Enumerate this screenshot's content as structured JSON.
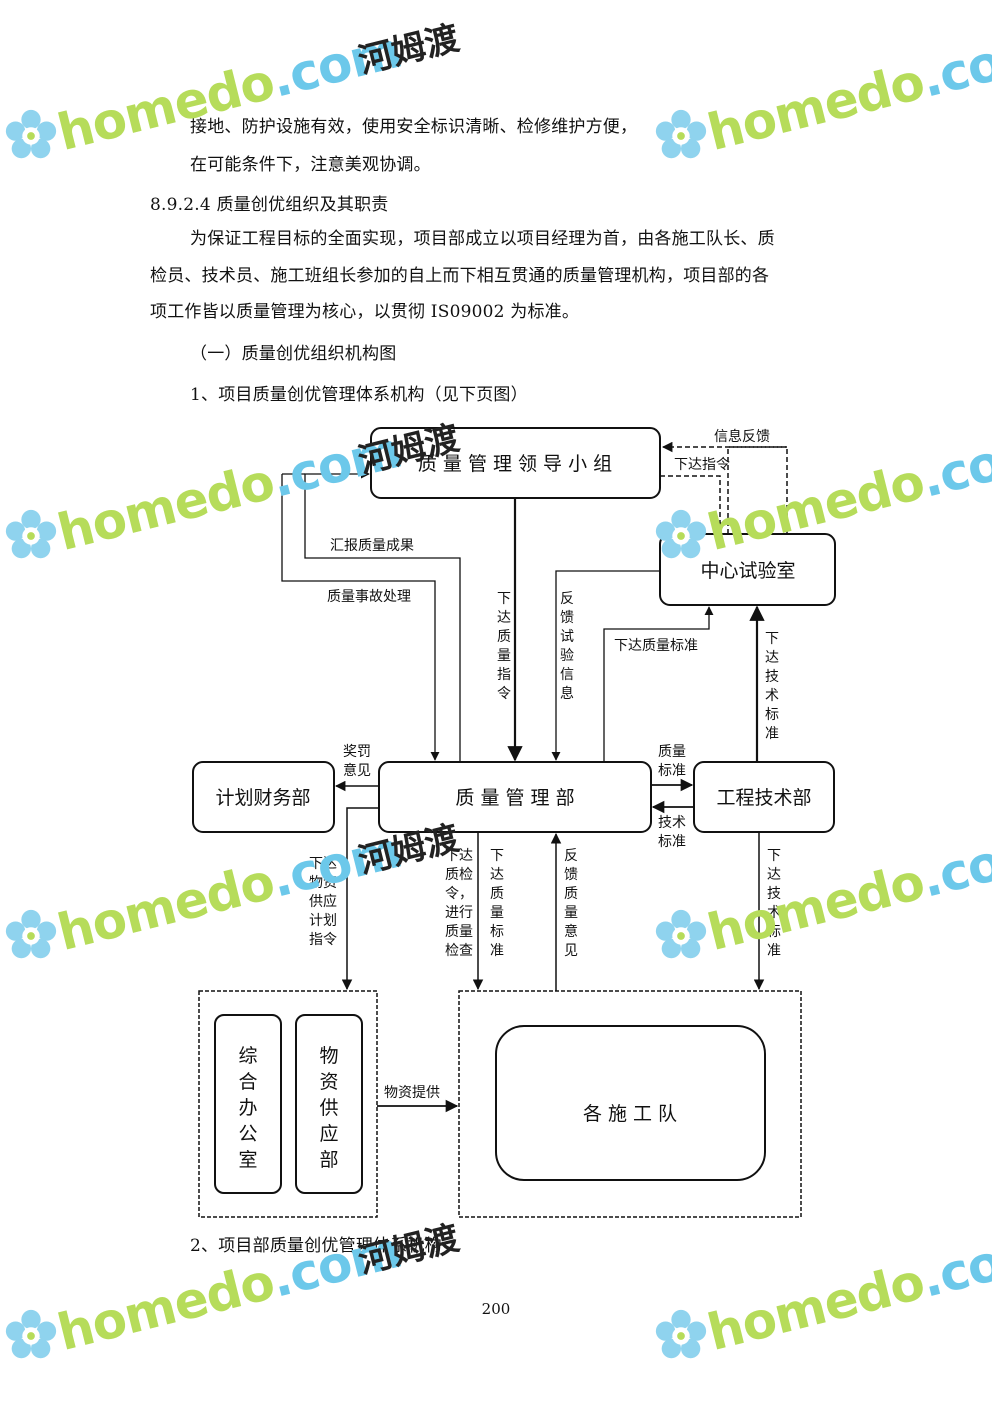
{
  "paragraphs": {
    "line1": "接地、防护设施有效，使用安全标识清晰、检修维护方便，",
    "line2": "在可能条件下，注意美观协调。",
    "section_heading": "8.9.2.4 质量创优组织及其职责",
    "body_line1": "为保证工程目标的全面实现，项目部成立以项目经理为首，由各施工队长、质",
    "body_line2": "检员、技术员、施工班组长参加的自上而下相互贯通的质量管理机构，项目部的各",
    "body_line3": "项工作皆以质量管理为核心，以贯彻 IS09002 为标准。",
    "sub_heading": "（一）质量创优组织机构图",
    "item1": "1、项目质量创优管理体系机构（见下页图）",
    "item2": "2、项目部质量创优管理体系机构"
  },
  "diagram": {
    "nodes": {
      "leadership": "质 量 管 理 领 导 小 组",
      "lab": "中心试验室",
      "quality_dept": "质   量   管   理   部",
      "finance": "计划财务部",
      "tech": "工程技术部",
      "office": "综合办公室",
      "supply": "物资供应部",
      "teams": "各   施   工   队"
    },
    "labels": {
      "info_feedback": "信息反馈",
      "issue_order": "下达指令",
      "report_results": "汇报质量成果",
      "accident_handling": "质量事故处理",
      "issue_quality_order": "下达质量指令",
      "feedback_test_info": "反馈试验信息",
      "issue_quality_std": "下达质量标准",
      "issue_tech_std_up": "下达技术标准",
      "reward_penalty": "奖罚意见",
      "quality_std": "质量标准",
      "tech_std": "技术标准",
      "supply_plan_order": "下达物资供应计划指令",
      "inspection_order": "下达质检令，进行质量检查",
      "issue_quality_std_down": "下达质量标准",
      "feedback_quality_opinion": "反馈质量意见",
      "issue_tech_std_down": "下达技术标准",
      "material_supply": "物资提供"
    }
  },
  "watermark": {
    "brand_prefix": "homedo",
    "brand_suffix": "com",
    "chinese": "河姆渡"
  },
  "page_number": "200"
}
